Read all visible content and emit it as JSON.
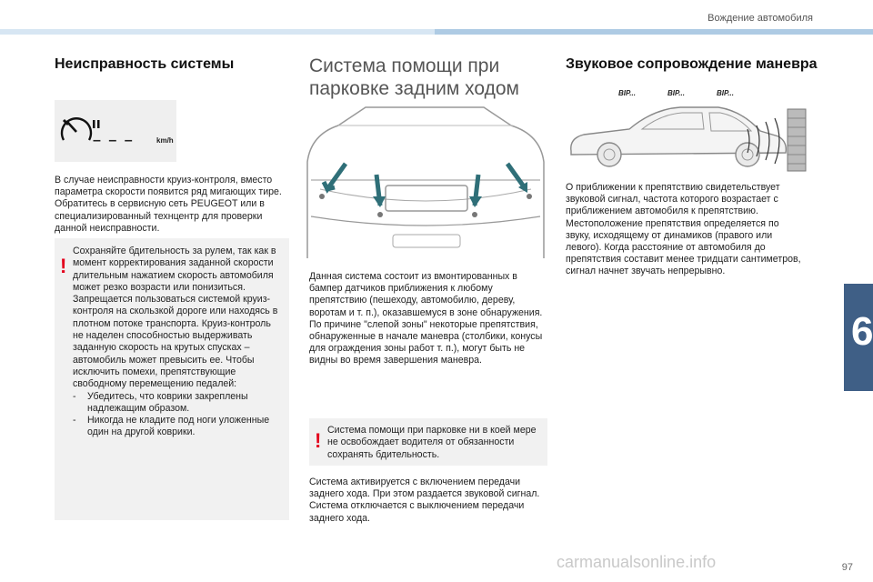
{
  "header": {
    "section": "Вождение автомобиля"
  },
  "side_tab": {
    "chapter": "6"
  },
  "page_number": "97",
  "watermark": "carmanualsonline.info",
  "col1": {
    "title": "Неисправность системы",
    "panel": {
      "unit": "km/h",
      "dashes": "– – –"
    },
    "para": "В случае неисправности круиз-контроля, вместо параметра скорости появится ряд мигающих тире. Обратитесь в сервисную сеть PEUGEOT или в специализированный технцентр для проверки данной неисправности.",
    "warning": {
      "mark": "!",
      "text": "Сохраняйте бдительность за рулем, так как в момент корректирования заданной скорости длительным нажатием скорость автомобиля может резко возрасти или понизиться. Запрещается пользоваться системой круиз-контроля на скользкой дороге или находясь в плотном потоке транспорта. Круиз-контроль не наделен способностью выдерживать заданную скорость на крутых спусках – автомобиль может превысить ее. Чтобы исключить помехи, препятствующие свободному перемещению педалей:",
      "items": [
        "Убедитесь, что коврики закреплены надлежащим образом.",
        "Никогда не кладите под ноги уложенные один на другой коврики."
      ]
    }
  },
  "col2": {
    "title": "Система помощи при парковке задним ходом",
    "para1": "Данная система состоит из вмонтированных в бампер датчиков приближения к любому препятствию (пешеходу, автомобилю, дереву, воротам и т. п.), оказавшемуся в зоне обнаружения. По причине \"слепой зоны\" некоторые препятствия, обнаруженные в начале маневра (столбики, конусы для ограждения зоны работ т. п.), могут быть не видны во время завершения маневра.",
    "warning": {
      "mark": "!",
      "text": "Система помощи при парковке ни в коей мере не освобождает водителя от обязанности сохранять бдительность."
    },
    "para2": "Система активируется с включением передачи заднего хода. При этом раздается звуковой сигнал. Система отключается с выключением передачи заднего хода."
  },
  "col3": {
    "title": "Звуковое сопровождение маневра",
    "beeps": [
      "BIP...",
      "BIP...",
      "BIP..."
    ],
    "para": "О приближении к препятствию свидетельствует звуковой сигнал, частота которого возрастает с приближением автомобиля к препятствию. Местоположение препятствия определяется по звуку, исходящему от динамиков (правого или левого). Когда расстояние от автомобиля до препятствия составит менее тридцати сантиметров, сигнал начнет звучать непрерывно."
  },
  "colors": {
    "accent_blue": "#3f5f86",
    "warning_red": "#e3001b",
    "sensor_arrow": "#2f6f78"
  }
}
